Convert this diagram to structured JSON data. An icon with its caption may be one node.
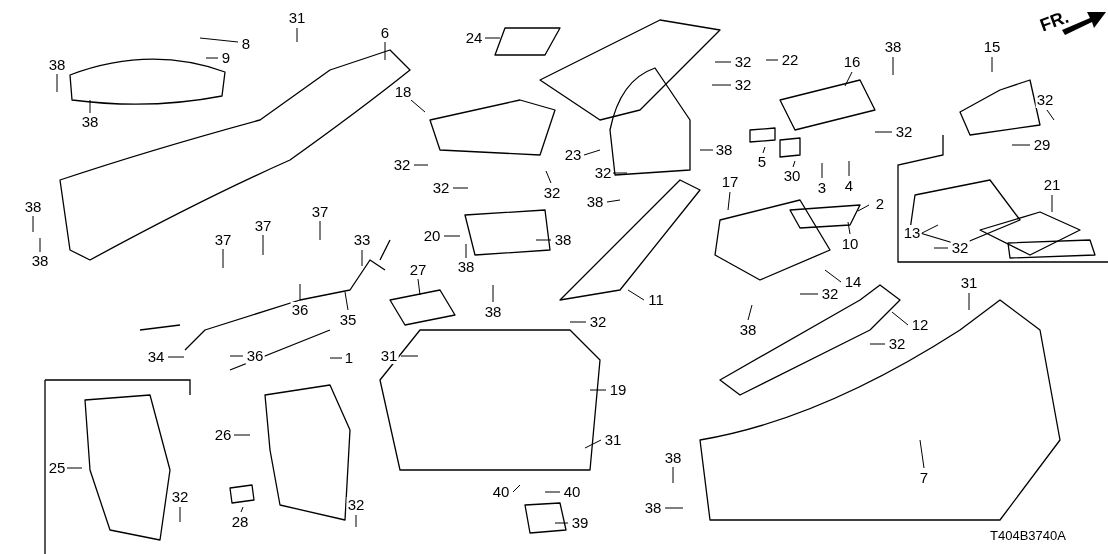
{
  "diagram": {
    "nodes": [
      {
        "text": [
          "31"
        ]
      },
      {
        "text": [
          "38"
        ]
      },
      {
        "text": [
          "8"
        ]
      },
      {
        "text": [
          "9"
        ]
      },
      {
        "text": [
          "38"
        ]
      },
      {
        "text": [
          "6"
        ]
      },
      {
        "text": [
          "24"
        ]
      },
      {
        "text": [
          "22"
        ]
      },
      {
        "text": [
          "32"
        ]
      },
      {
        "text": [
          "32"
        ]
      },
      {
        "text": [
          "38"
        ]
      },
      {
        "text": [
          "16"
        ]
      },
      {
        "text": [
          "15"
        ]
      },
      {
        "text": [
          "32"
        ]
      },
      {
        "text": [
          "18"
        ]
      },
      {
        "text": [
          "32"
        ]
      },
      {
        "text": [
          "5"
        ]
      },
      {
        "text": [
          "30"
        ]
      },
      {
        "text": [
          "3"
        ]
      },
      {
        "text": [
          "4"
        ]
      },
      {
        "text": [
          "29"
        ]
      },
      {
        "text": [
          "23"
        ]
      },
      {
        "text": [
          "32"
        ]
      },
      {
        "text": [
          "38"
        ]
      },
      {
        "text": [
          "32"
        ]
      },
      {
        "text": [
          "32"
        ]
      },
      {
        "text": [
          "32"
        ]
      },
      {
        "text": [
          "38"
        ]
      },
      {
        "text": [
          "17"
        ]
      },
      {
        "text": [
          "2"
        ]
      },
      {
        "text": [
          "38"
        ]
      },
      {
        "text": [
          "37"
        ]
      },
      {
        "text": [
          "37"
        ]
      },
      {
        "text": [
          "37"
        ]
      },
      {
        "text": [
          "21"
        ]
      },
      {
        "text": [
          "13"
        ]
      },
      {
        "text": [
          "32"
        ]
      },
      {
        "text": [
          "10"
        ]
      },
      {
        "text": [
          "20"
        ]
      },
      {
        "text": [
          "38"
        ]
      },
      {
        "text": [
          "33"
        ]
      },
      {
        "text": [
          "38"
        ]
      },
      {
        "text": [
          "27"
        ]
      },
      {
        "text": [
          "38"
        ]
      },
      {
        "text": [
          "38"
        ]
      },
      {
        "text": [
          "14"
        ]
      },
      {
        "text": [
          "32"
        ]
      },
      {
        "text": [
          "11"
        ]
      },
      {
        "text": [
          "32"
        ]
      },
      {
        "text": [
          "36"
        ]
      },
      {
        "text": [
          "35"
        ]
      },
      {
        "text": [
          "38"
        ]
      },
      {
        "text": [
          "31"
        ]
      },
      {
        "text": [
          "12"
        ]
      },
      {
        "text": [
          "32"
        ]
      },
      {
        "text": [
          "1"
        ]
      },
      {
        "text": [
          "34"
        ]
      },
      {
        "text": [
          "36"
        ]
      },
      {
        "text": [
          "31"
        ]
      },
      {
        "text": [
          "19"
        ]
      },
      {
        "text": [
          "26"
        ]
      },
      {
        "text": [
          "25"
        ]
      },
      {
        "text": [
          "31"
        ]
      },
      {
        "text": [
          "38"
        ]
      },
      {
        "text": [
          "7"
        ]
      },
      {
        "text": [
          "40"
        ]
      },
      {
        "text": [
          "40"
        ]
      },
      {
        "text": [
          "32"
        ]
      },
      {
        "text": [
          "28"
        ]
      },
      {
        "text": [
          "32"
        ]
      },
      {
        "text": [
          "39"
        ]
      },
      {
        "text": [
          "38"
        ]
      }
    ],
    "edges": [
      {
        "from": 0,
        "to": null,
        "arrow": "none"
      },
      {
        "from": 1,
        "to": null,
        "arrow": "none"
      },
      {
        "from": 2,
        "to": null,
        "arrow": "none"
      },
      {
        "from": 3,
        "to": null,
        "arrow": "none"
      },
      {
        "from": 4,
        "to": null,
        "arrow": "none"
      },
      {
        "from": 5,
        "to": null,
        "arrow": "none"
      },
      {
        "from": 6,
        "to": null,
        "arrow": "none"
      },
      {
        "from": 7,
        "to": null,
        "arrow": "none"
      },
      {
        "from": 8,
        "to": null,
        "arrow": "none"
      },
      {
        "from": 9,
        "to": null,
        "arrow": "none"
      },
      {
        "from": 10,
        "to": null,
        "arrow": "none"
      },
      {
        "from": 11,
        "to": null,
        "arrow": "none"
      },
      {
        "from": 12,
        "to": null,
        "arrow": "none"
      },
      {
        "from": 13,
        "to": null,
        "arrow": "none"
      },
      {
        "from": 14,
        "to": null,
        "arrow": "none"
      },
      {
        "from": 15,
        "to": null,
        "arrow": "none"
      },
      {
        "from": 16,
        "to": null,
        "arrow": "none"
      },
      {
        "from": 17,
        "to": null,
        "arrow": "none"
      },
      {
        "from": 18,
        "to": null,
        "arrow": "none"
      },
      {
        "from": 19,
        "to": null,
        "arrow": "none"
      },
      {
        "from": 20,
        "to": null,
        "arrow": "none"
      },
      {
        "from": 21,
        "to": null,
        "arrow": "none"
      },
      {
        "from": 22,
        "to": null,
        "arrow": "none"
      },
      {
        "from": 23,
        "to": null,
        "arrow": "none"
      },
      {
        "from": 24,
        "to": null,
        "arrow": "none"
      },
      {
        "from": 25,
        "to": null,
        "arrow": "none"
      },
      {
        "from": 26,
        "to": null,
        "arrow": "none"
      },
      {
        "from": 27,
        "to": null,
        "arrow": "none"
      },
      {
        "from": 28,
        "to": null,
        "arrow": "none"
      },
      {
        "from": 29,
        "to": null,
        "arrow": "none"
      },
      {
        "from": 30,
        "to": null,
        "arrow": "none"
      },
      {
        "from": 31,
        "to": null,
        "arrow": "none"
      },
      {
        "from": 32,
        "to": null,
        "arrow": "none"
      },
      {
        "from": 33,
        "to": null,
        "arrow": "none"
      },
      {
        "from": 34,
        "to": null,
        "arrow": "none"
      },
      {
        "from": 35,
        "to": null,
        "arrow": "none"
      },
      {
        "from": 36,
        "to": null,
        "arrow": "none"
      },
      {
        "from": 37,
        "to": null,
        "arrow": "none"
      },
      {
        "from": 38,
        "to": null,
        "arrow": "none"
      },
      {
        "from": 39,
        "to": null,
        "arrow": "none"
      },
      {
        "from": 40,
        "to": null,
        "arrow": "none"
      },
      {
        "from": 41,
        "to": null,
        "arrow": "none"
      },
      {
        "from": 42,
        "to": null,
        "arrow": "none"
      },
      {
        "from": 43,
        "to": null,
        "arrow": "none"
      },
      {
        "from": 44,
        "to": null,
        "arrow": "none"
      },
      {
        "from": 45,
        "to": null,
        "arrow": "none"
      },
      {
        "from": 46,
        "to": null,
        "arrow": "none"
      },
      {
        "from": 47,
        "to": null,
        "arrow": "none"
      },
      {
        "from": 48,
        "to": null,
        "arrow": "none"
      },
      {
        "from": 49,
        "to": null,
        "arrow": "none"
      },
      {
        "from": 50,
        "to": null,
        "arrow": "none"
      },
      {
        "from": 51,
        "to": null,
        "arrow": "none"
      },
      {
        "from": 52,
        "to": null,
        "arrow": "none"
      },
      {
        "from": 53,
        "to": null,
        "arrow": "none"
      },
      {
        "from": 54,
        "to": null,
        "arrow": "none"
      },
      {
        "from": 55,
        "to": null,
        "arrow": "none"
      },
      {
        "from": 56,
        "to": null,
        "arrow": "none"
      },
      {
        "from": 57,
        "to": null,
        "arrow": "none"
      },
      {
        "from": 58,
        "to": null,
        "arrow": "none"
      },
      {
        "from": 59,
        "to": null,
        "arrow": "none"
      },
      {
        "from": 60,
        "to": null,
        "arrow": "none"
      },
      {
        "from": 61,
        "to": null,
        "arrow": "none"
      },
      {
        "from": 62,
        "to": null,
        "arrow": "none"
      },
      {
        "from": 63,
        "to": null,
        "arrow": "none"
      },
      {
        "from": 64,
        "to": null,
        "arrow": "none"
      },
      {
        "from": 65,
        "to": null,
        "arrow": "none"
      },
      {
        "from": 66,
        "to": null,
        "arrow": "none"
      },
      {
        "from": 67,
        "to": null,
        "arrow": "none"
      },
      {
        "from": 68,
        "to": null,
        "arrow": "none"
      },
      {
        "from": 69,
        "to": null,
        "arrow": "none"
      },
      {
        "from": 70,
        "to": null,
        "arrow": "none"
      },
      {
        "from": 71,
        "to": null,
        "arrow": "none"
      }
    ],
    "labels": [
      "FR.",
      "T404B3740A"
    ]
  }
}
